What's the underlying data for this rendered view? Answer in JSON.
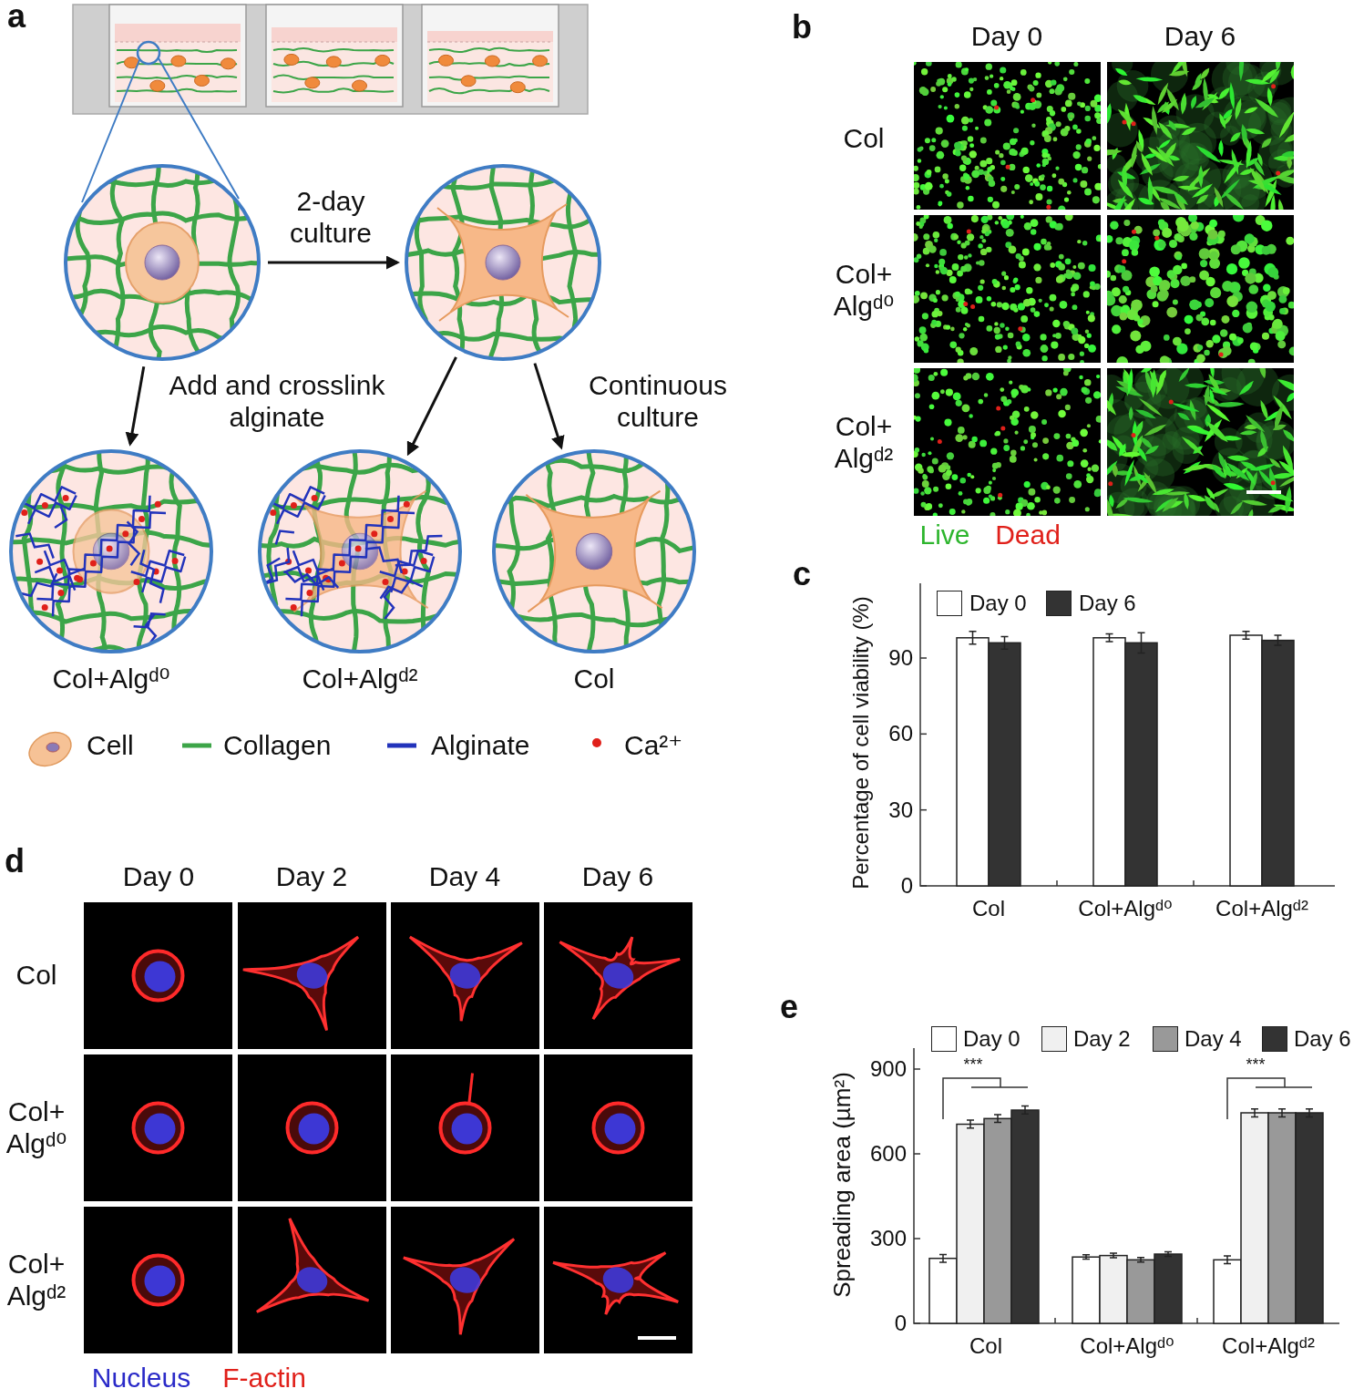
{
  "diagram": {
    "nodes": [
      {
        "text": []
      },
      {
        "text": []
      },
      {
        "text": [
          "Col+Algᵈ⁰"
        ],
        "in": 0
      },
      {
        "text": [
          "Col+Algᵈ²"
        ]
      },
      {
        "text": [
          "Col"
        ]
      }
    ],
    "edges": [
      {
        "from": 0,
        "to": 1,
        "arrow": "to",
        "label": "2-day culture"
      },
      {
        "from": 0,
        "to": 2,
        "arrow": "to"
      },
      {
        "from": 1,
        "to": 3,
        "arrow": "to"
      },
      {
        "from": 1,
        "to": 4,
        "arrow": "to",
        "label": "Continuous culture"
      }
    ],
    "labels": [
      "a",
      "Add and crosslink alginate",
      "b",
      "Day 0",
      "Day 6",
      "Col",
      "Col+ Algᵈ⁰",
      "Col+ Algᵈ²",
      "Live",
      "Dead",
      "c",
      "Percentage of cell viability (%)",
      "0",
      "30",
      "60",
      "90",
      "Col",
      "Col+Algᵈ⁰",
      "Col+Algᵈ²",
      "d",
      "Day 0",
      "Day 2",
      "Day 4",
      "Day 6",
      "Col",
      "Col+ Algᵈ⁰",
      "Col+ Algᵈ²",
      "Nucleus",
      "F-actin",
      "e",
      "Spreading area (µm²)",
      "0",
      "300",
      "600",
      "900",
      "***",
      "***",
      "Col",
      "Col+Algᵈ⁰",
      "Col+Algᵈ²"
    ],
    "legend": [
      {
        "text": "Cell"
      },
      {
        "text": "Collagen"
      },
      {
        "text": "Alginate"
      },
      {
        "text": "Ca²⁺"
      },
      {
        "text": "Day 0",
        "color": "#ffffff"
      },
      {
        "text": "Day 6",
        "color": "#333333"
      },
      {
        "text": "Day 0",
        "color": "#ffffff"
      },
      {
        "text": "Day 2",
        "color": "#f0f0f0"
      },
      {
        "text": "Day 4",
        "color": "#999999"
      },
      {
        "text": "Day 6",
        "color": "#333333"
      }
    ]
  }
}
